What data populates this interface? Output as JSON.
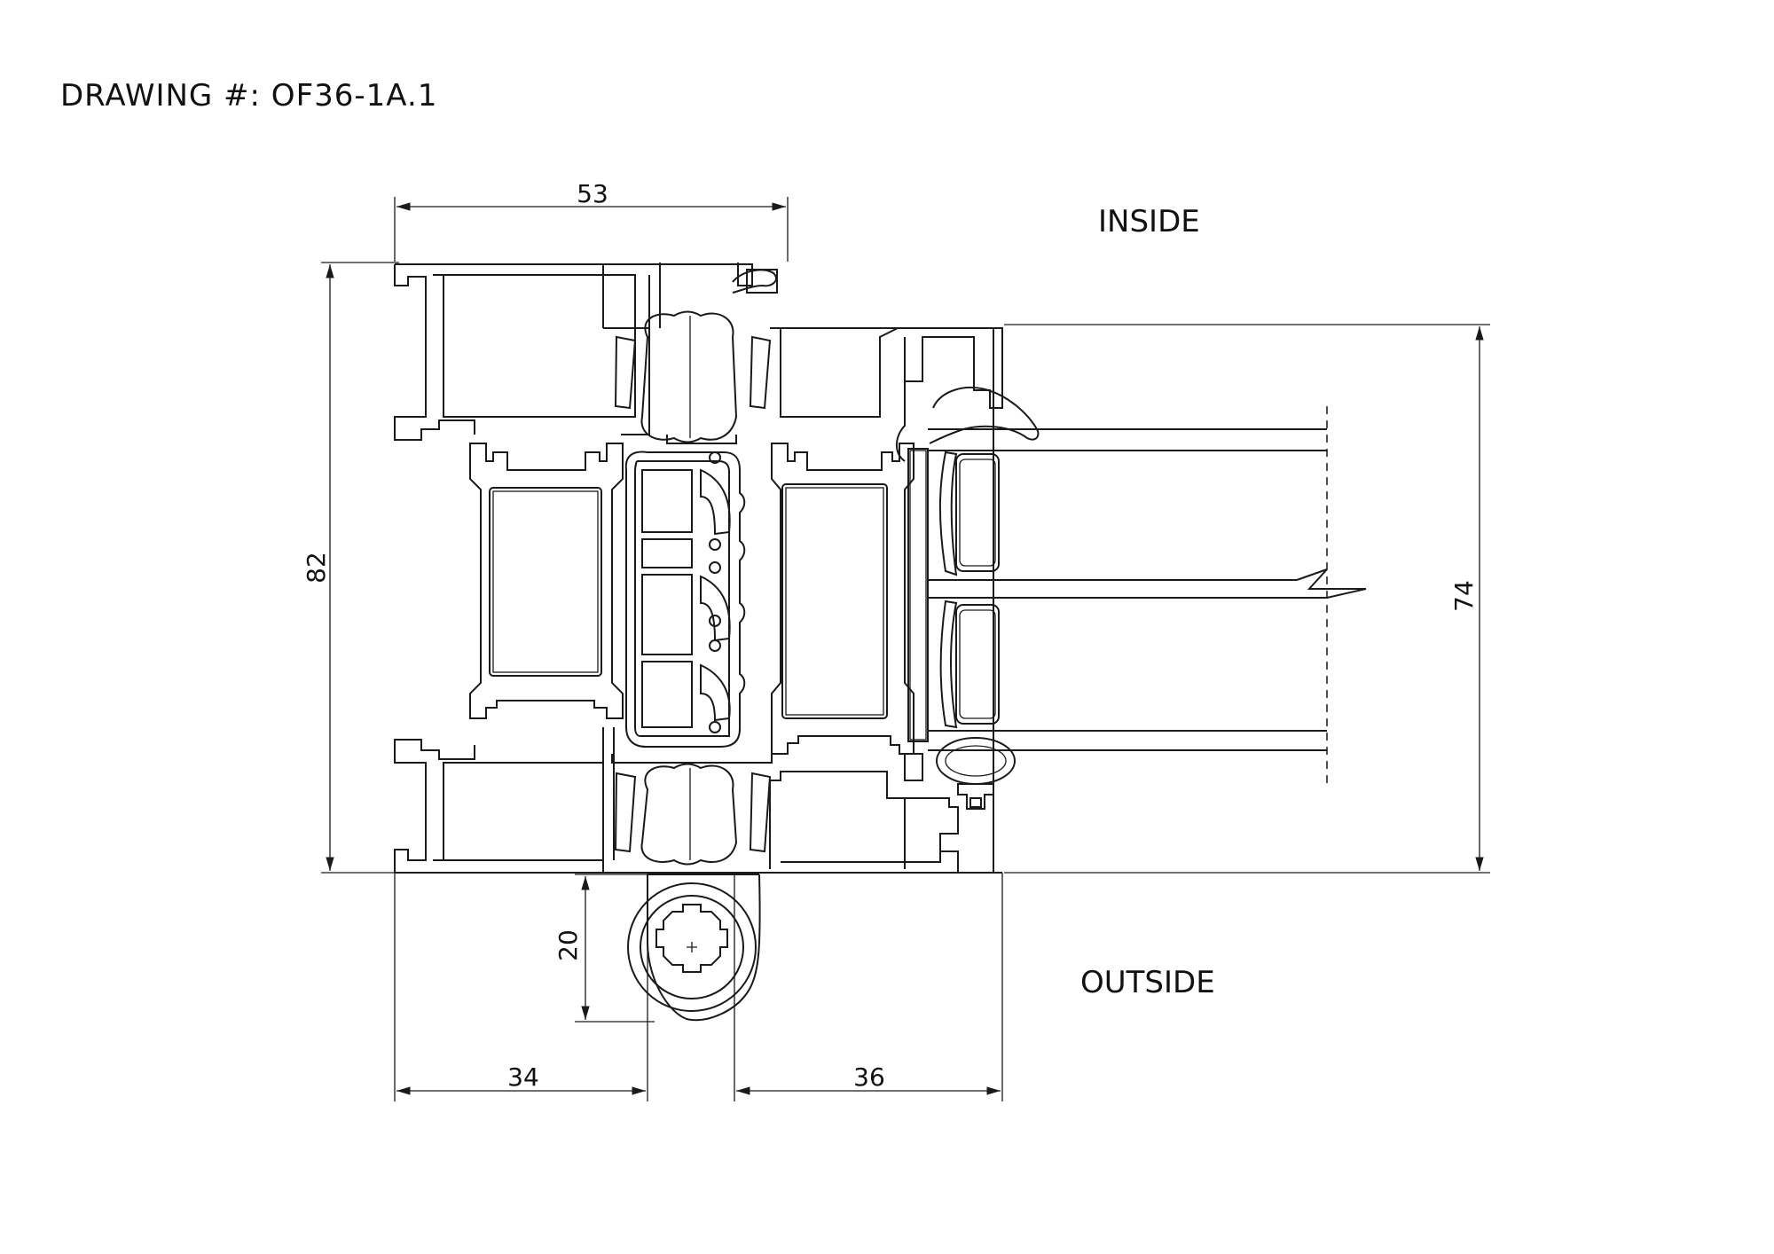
{
  "title": "DRAWING #: OF36-1A.1",
  "labels": {
    "inside": "INSIDE",
    "outside": "OUTSIDE"
  },
  "dimensions": {
    "top_width": "53",
    "left_height": "82",
    "right_height": "74",
    "cylinder_height": "20",
    "bottom_left": "34",
    "bottom_right": "36"
  },
  "colors": {
    "line": "#1a1a1a",
    "background": "#ffffff"
  }
}
